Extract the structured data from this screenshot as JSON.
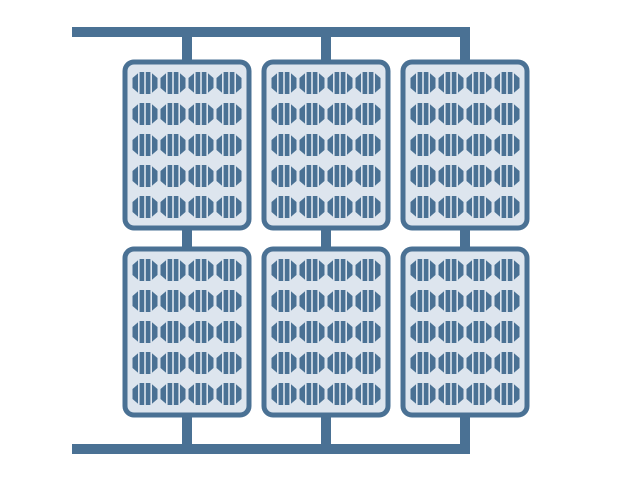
{
  "illustration": {
    "name": "solar-panel-array",
    "colors": {
      "frame": "#4a7194",
      "panel_fill": "#dde5ee",
      "cell": "#4a7194",
      "cell_stripe": "#dde5ee",
      "background": "#ffffff"
    },
    "grid": {
      "panel_rows": 2,
      "panel_columns": 3,
      "cell_rows_per_panel": 5,
      "cell_columns_per_panel": 4
    }
  }
}
